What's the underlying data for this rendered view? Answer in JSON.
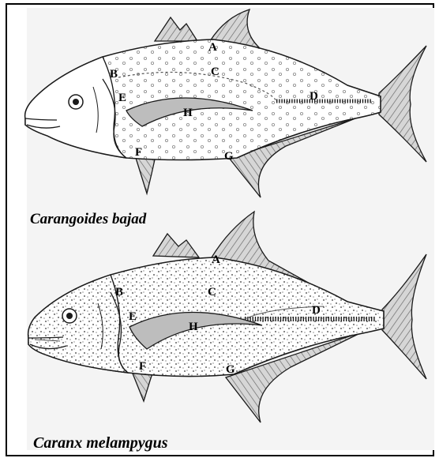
{
  "figure": {
    "captions": {
      "top_species": "Carangoides bajad",
      "bottom_species": "Caranx melampygus"
    },
    "top_fish_labels": [
      "A",
      "B",
      "C",
      "D",
      "E",
      "F",
      "G",
      "H"
    ],
    "bottom_fish_labels": [
      "A",
      "B",
      "C",
      "D",
      "E",
      "F",
      "G",
      "H"
    ],
    "colors": {
      "outline": "#1a1a1a",
      "plate": "#f4f4f4",
      "fin_fill": "#bdbdbd",
      "body_fill": "#ffffff"
    }
  }
}
